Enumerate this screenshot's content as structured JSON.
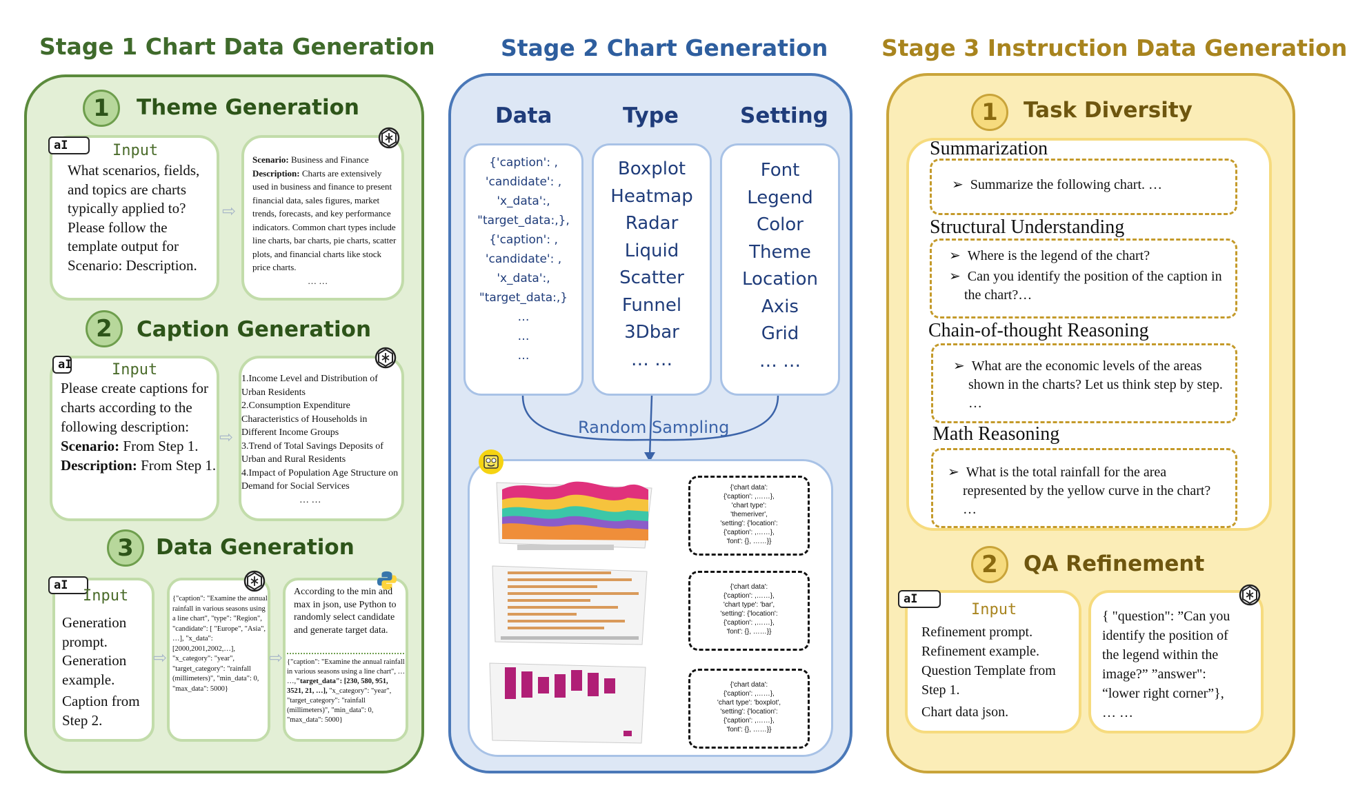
{
  "stage1": {
    "title": "Stage 1 Chart Data Generation",
    "color": "#3f6a2b",
    "sections": {
      "theme": {
        "number": "1",
        "heading": "Theme Generation",
        "ai_tag": "aI",
        "input_label": "Input",
        "input_text": "What scenarios, fields, and topics are charts typically applied to? Please follow the template output for Scenario: Description.",
        "output_scenario_label": "Scenario:",
        "output_scenario": " Business and Finance",
        "output_desc_label": "Description:",
        "output_desc": " Charts are extensively used in business and finance to present financial data, sales figures, market trends, forecasts, and key performance indicators. Common chart types include line charts, bar charts, pie charts, scatter plots, and financial charts like stock price charts.",
        "output_ellipsis": "… …"
      },
      "caption": {
        "number": "2",
        "heading": "Caption Generation",
        "ai_tag": "aI",
        "input_label": "Input",
        "input_text": "Please create captions for charts according to the following description:",
        "scenario_label": "Scenario:",
        "scenario_value": " From Step 1.",
        "description_label": "Description:",
        "description_value": " From Step 1.",
        "output_items": [
          "1.Income Level and Distribution of Urban Residents",
          "2.Consumption Expenditure Characteristics of Households in Different Income Groups",
          "3.Trend of Total Savings Deposits of Urban and Rural Residents",
          "4.Impact of Population Age Structure on Demand for Social Services"
        ],
        "output_ellipsis": "… …"
      },
      "data": {
        "number": "3",
        "heading": "Data Generation",
        "ai_tag": "aI",
        "input_label": "Input",
        "input_lines": [
          "Generation prompt.",
          "Generation example.",
          "Caption from Step 2."
        ],
        "middle_text": "{\"caption\": \"Examine the annual rainfall in various seasons using a line chart\", \"type\": \"Region\", \"candidate\": [ \"Europe\", \"Asia\", …], \"x_data\": [2000,2001,2002,…], \"x_category\": \"year\", \"target_category\": \"rainfall (millimeters)\", \"min_data\": 0, \"max_data\": 5000}",
        "right_top_text": "According to the min and max in json, use Python to randomly select candidate and generate target data.",
        "right_bottom_pre": "{\"caption\": \"Examine the annual rainfall in various seasons using a line chart\", … …,",
        "right_bottom_bold": "\"target_data\": [230, 580, 951, 3521, 21, …],",
        "right_bottom_post": " \"x_category\": \"year\", \"target_category\": \"rainfall (millimeters)\", \"min_data\": 0, \"max_data\": 5000}"
      }
    }
  },
  "stage2": {
    "title": "Stage 2 Chart Generation",
    "color": "#2e5e9e",
    "columns": {
      "data": {
        "heading": "Data",
        "items": [
          "{'caption': ,",
          "'candidate': ,",
          "'x_data':,",
          "\"target_data:,},",
          "{'caption': ,",
          "'candidate': ,",
          "'x_data':,",
          "\"target_data:,}",
          "…",
          "…",
          "…"
        ]
      },
      "type": {
        "heading": "Type",
        "items": [
          "Boxplot",
          "Heatmap",
          "Radar",
          "Liquid",
          "Scatter",
          "Funnel",
          "3Dbar",
          "… …"
        ]
      },
      "setting": {
        "heading": "Setting",
        "items": [
          "Font",
          "Legend",
          "Color",
          "Theme",
          "Location",
          "Axis",
          "Grid",
          "… …"
        ]
      }
    },
    "sampling_label": "Random Sampling",
    "json_boxes": [
      [
        "{'chart data':",
        "{'caption': ,……},",
        "'chart type':",
        "'themeriver',",
        "'setting': {'location':",
        "{'caption': ,……},",
        "'font': {}, ……}}"
      ],
      [
        "{'chart data':",
        "{'caption': ,……},",
        "'chart type': 'bar',",
        "'setting': {'location':",
        "{'caption': ,……},",
        "'font': {}, ……}}"
      ],
      [
        "{'chart data':",
        "{'caption': ,……},",
        "'chart type': 'boxplot',",
        "'setting': {'location':",
        "{'caption': ,……},",
        "'font': {}, ……}}"
      ]
    ]
  },
  "stage3": {
    "title": "Stage 3 Instruction Data Generation",
    "color": "#a8841e",
    "sections": {
      "diversity": {
        "number": "1",
        "heading": "Task Diversity",
        "categories": [
          {
            "name": "Summarization",
            "questions": [
              "Summarize the following chart. …"
            ]
          },
          {
            "name": "Structural Understanding",
            "questions": [
              "Where is the legend of the chart?",
              "Can you identify the position of the caption in the chart?…"
            ]
          },
          {
            "name": "Chain-of-thought Reasoning",
            "questions": [
              "What are the economic levels of the areas shown in the charts? Let us think step by step. …"
            ]
          },
          {
            "name": "Math Reasoning",
            "questions": [
              "What is the total rainfall for the area represented by the yellow curve in the chart? …"
            ]
          }
        ]
      },
      "refinement": {
        "number": "2",
        "heading": "QA Refinement",
        "ai_tag": "aI",
        "input_label": "Input",
        "input_lines": [
          "Refinement prompt.",
          "Refinement example.",
          "Question Template from Step 1.",
          "Chart data json."
        ],
        "output_text": "{ \"question\": ”Can you identify the position of the legend within the image?” ”answer\": “lower right corner”}, … …"
      }
    }
  }
}
